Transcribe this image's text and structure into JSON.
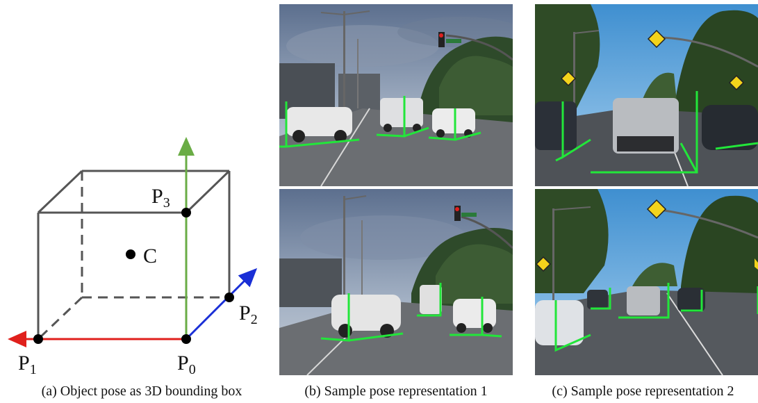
{
  "diagram": {
    "labels": {
      "p0": "P",
      "p0_sub": "0",
      "p1": "P",
      "p1_sub": "1",
      "p2": "P",
      "p2_sub": "2",
      "p3": "P",
      "p3_sub": "3",
      "center": "C"
    },
    "colors": {
      "box": "#555555",
      "x_axis": "#e0201c",
      "y_axis": "#6aac45",
      "z_axis": "#1a2fd6",
      "points": "#000000"
    }
  },
  "photos": {
    "pose_line_color": "#22e63a",
    "icons": [
      "traffic-light-icon",
      "pedestrian-crossing-sign-icon"
    ]
  },
  "captions": {
    "a": "(a) Object pose as 3D bounding box",
    "b": "(b) Sample pose representation 1",
    "c": "(c) Sample pose representation 2"
  }
}
